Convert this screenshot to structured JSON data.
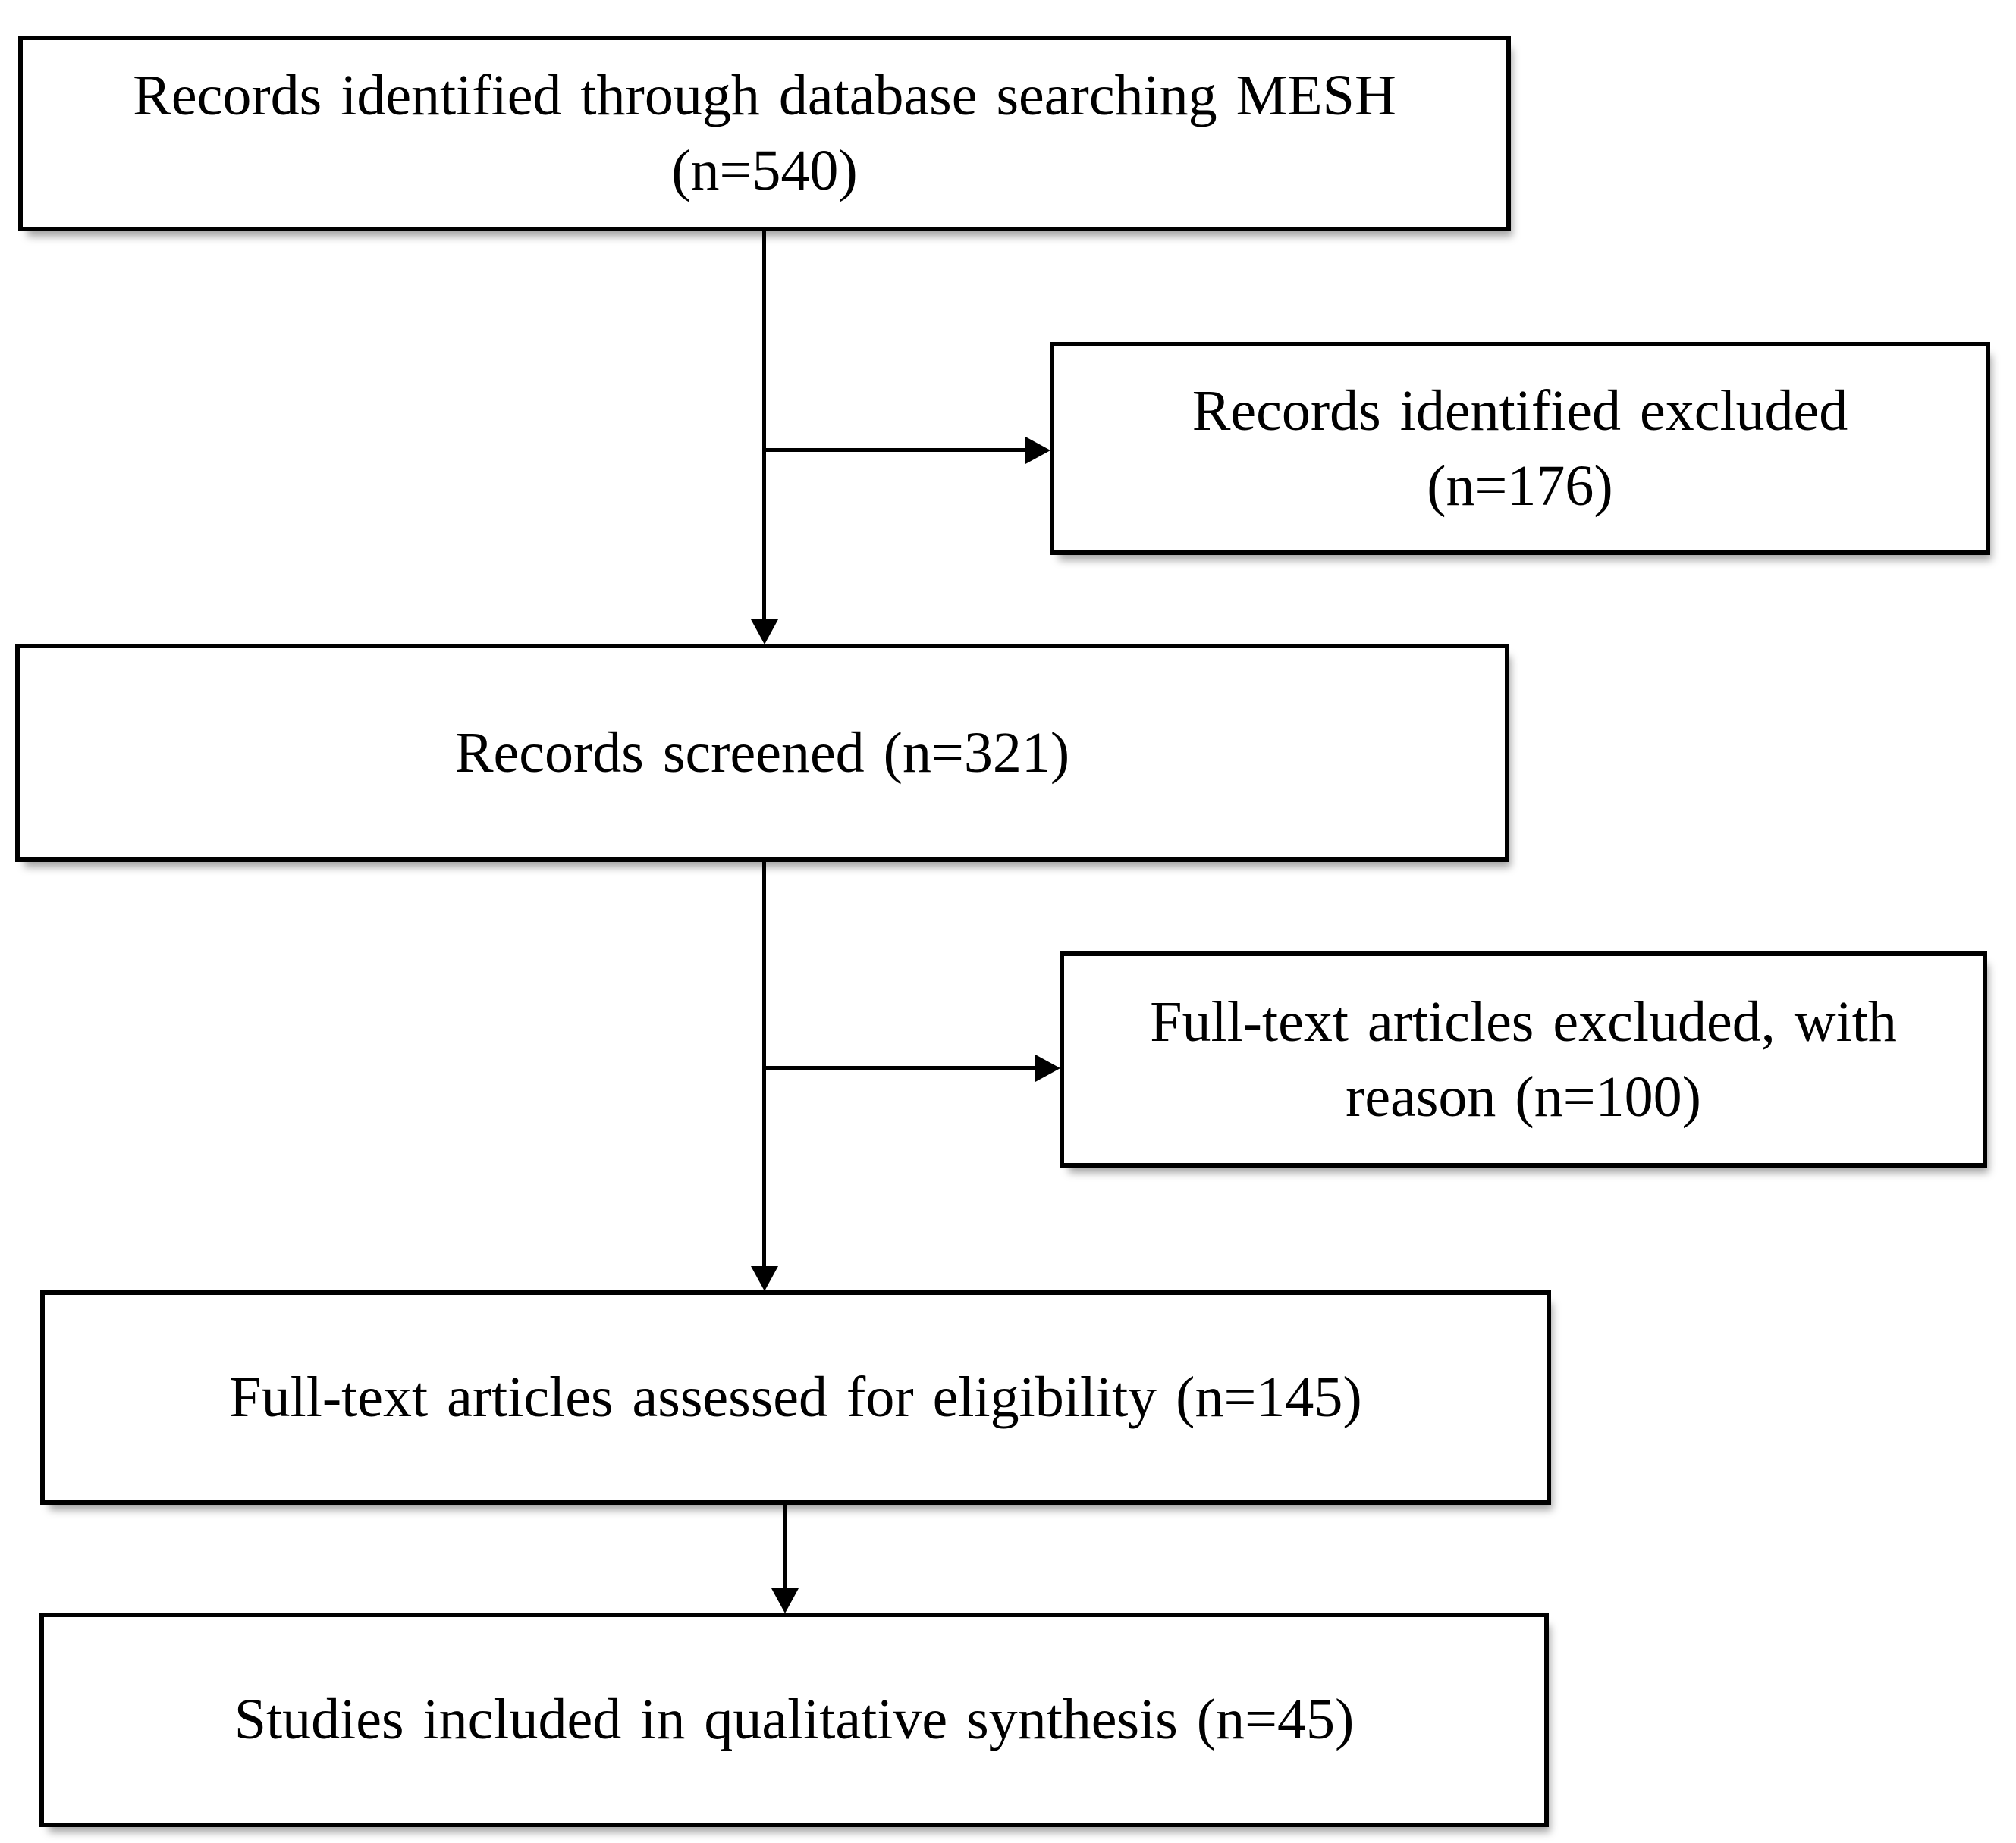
{
  "colors": {
    "background": "#ffffff",
    "box_border": "#000000",
    "text": "#000000",
    "arrow": "#000000"
  },
  "boxes": {
    "identified": {
      "line1": "Records identified through database searching MESH",
      "line2": "(n=540)"
    },
    "excluded_records": {
      "line1": "Records identified excluded",
      "line2": "(n=176)"
    },
    "screened": {
      "line1": "Records screened (n=321)"
    },
    "excluded_fulltext": {
      "line1": "Full-text articles excluded, with",
      "line2": "reason (n=100)"
    },
    "eligibility": {
      "line1": "Full-text articles assessed for eligibility (n=145)"
    },
    "included": {
      "line1": "Studies included in qualitative synthesis (n=45)"
    }
  }
}
